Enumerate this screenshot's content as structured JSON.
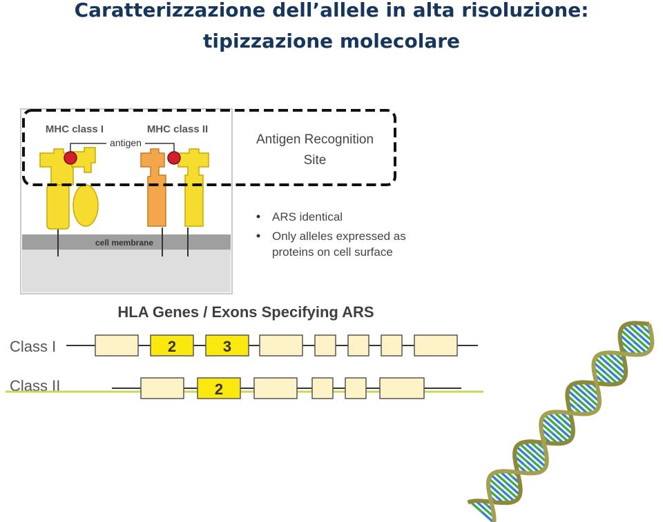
{
  "slide": {
    "title_line1": "Caratterizzazione dell’allele in alta risoluzione:",
    "title_line2": "tipizzazione molecolare"
  },
  "mhc_figure": {
    "class1_label": "MHC class I",
    "class2_label": "MHC class II",
    "antigen_label": "antigen",
    "membrane_label": "cell membrane",
    "ars_title_line1": "Antigen Recognition",
    "ars_title_line2": "Site",
    "bullets": [
      {
        "line1": "ARS identical",
        "line2": ""
      },
      {
        "line1": "Only alleles expressed as",
        "line2": "proteins on cell surface"
      }
    ],
    "colors": {
      "yellow": "#f5dc2e",
      "orange": "#f3a64a",
      "antigen": "#d0202a",
      "membrane": "#9f9f9f"
    }
  },
  "genes_figure": {
    "title": "HLA Genes / Exons Specifying ARS",
    "class1_label": "Class I",
    "class2_label": "Class II",
    "class1_exons": [
      "",
      "2",
      "3",
      "",
      "",
      "",
      "",
      ""
    ],
    "class2_exons": [
      "",
      "2",
      "",
      "",
      "",
      ""
    ],
    "colors": {
      "exon_fill": "#fdf3c6",
      "ars_exon_fill": "#fbe80f",
      "class2_line": "#c8d65c"
    }
  }
}
